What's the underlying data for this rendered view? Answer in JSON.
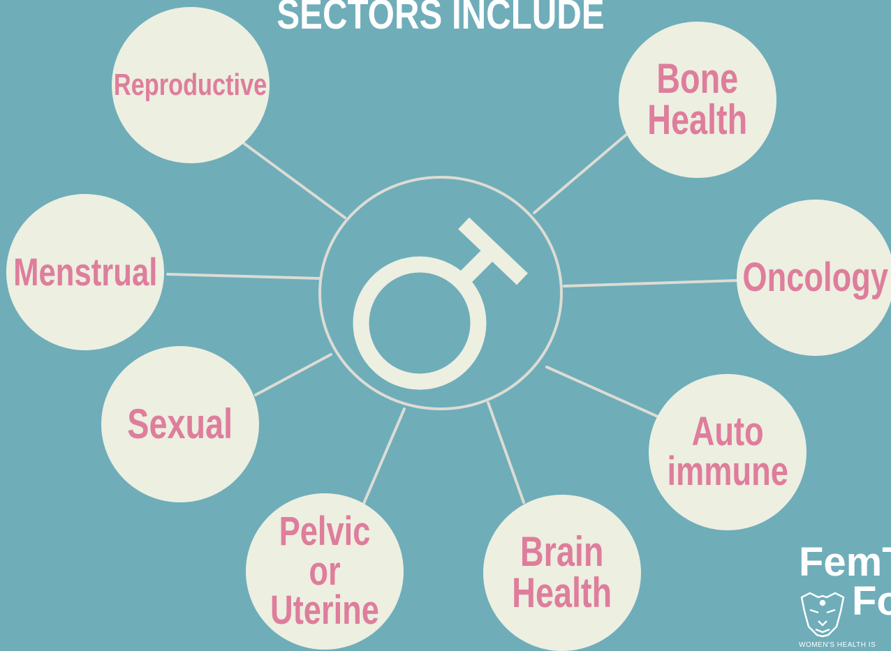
{
  "title": "SECTORS INCLUDE",
  "center": {
    "symbol": "female-symbol-icon"
  },
  "sectors": [
    {
      "id": "reproductive",
      "label": "Reproductive"
    },
    {
      "id": "bone-health",
      "label": "Bone\nHealth"
    },
    {
      "id": "menstrual",
      "label": "Menstrual"
    },
    {
      "id": "oncology",
      "label": "Oncology"
    },
    {
      "id": "sexual",
      "label": "Sexual"
    },
    {
      "id": "auto-immune",
      "label": "Auto\nimmune"
    },
    {
      "id": "pelvic-uterine",
      "label": "Pelvic or\nUterine"
    },
    {
      "id": "brain-health",
      "label": "Brain\nHealth"
    }
  ],
  "logo": {
    "line1": "FemT",
    "line2": "Fo",
    "tagline": "WOMEN'S HEALTH IS",
    "mark": "leopard-head-icon"
  },
  "colors": {
    "background": "#6fadb9",
    "circle_fill": "#edefe1",
    "label_text": "#de7d9c",
    "title_text": "#ffffff",
    "connector": "#dcdcd4"
  }
}
